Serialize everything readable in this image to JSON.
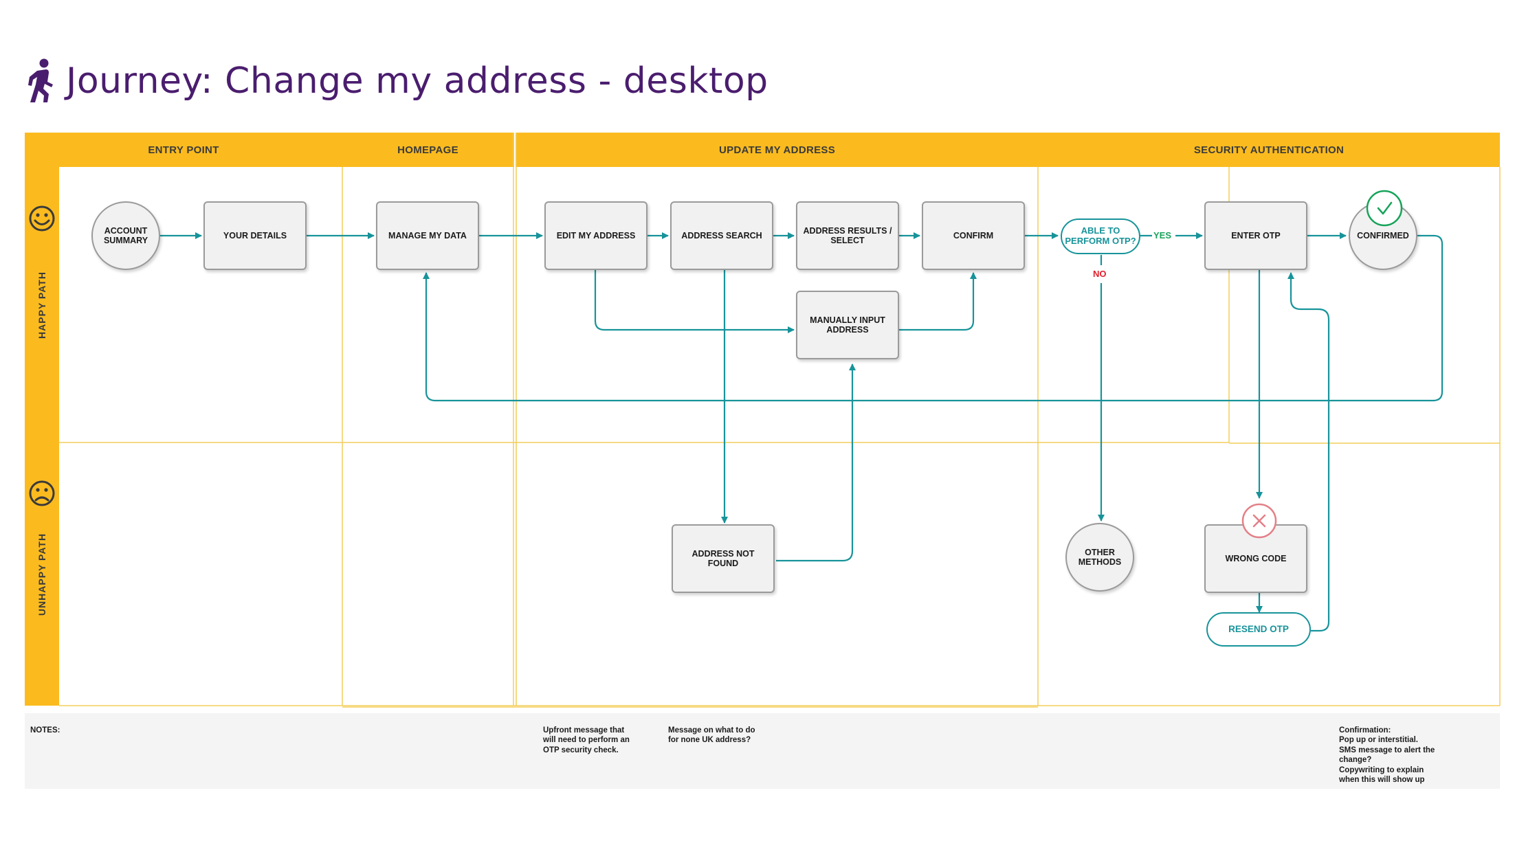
{
  "title": "Journey: Change my address - desktop",
  "colors": {
    "accent": "#fbbb1f",
    "connector": "#17939a",
    "title": "#4a1d6e",
    "no": "#e0212d",
    "success": "#17a35a",
    "error": "#e47f87"
  },
  "lanes": {
    "entry_point": "ENTRY POINT",
    "homepage": "HOMEPAGE",
    "update_my_address": "UPDATE MY ADDRESS",
    "security_authentication": "SECURITY AUTHENTICATION"
  },
  "rows": {
    "happy": {
      "label": "HAPPY PATH",
      "icon": "happy-face-icon"
    },
    "unhappy": {
      "label": "UNHAPPY PATH",
      "icon": "sad-face-icon"
    }
  },
  "nodes": {
    "account_summary": "ACCOUNT\nSUMMARY",
    "your_details": "YOUR DETAILS",
    "manage_my_data": "MANAGE MY DATA",
    "edit_my_address": "EDIT MY ADDRESS",
    "address_search": "ADDRESS SEARCH",
    "address_results": "ADDRESS RESULTS /\nSELECT",
    "confirm": "CONFIRM",
    "manually_input": "MANUALLY INPUT\nADDRESS",
    "able_to_perform_otp": "ABLE TO\nPERFORM OTP?",
    "enter_otp": "ENTER OTP",
    "confirmed": "CONFIRMED",
    "address_not_found": "ADDRESS NOT\nFOUND",
    "other_methods": "OTHER\nMETHODS",
    "wrong_code": "WRONG CODE",
    "resend_otp": "RESEND OTP"
  },
  "edge_labels": {
    "yes": "YES",
    "no": "NO"
  },
  "notes": {
    "heading": "NOTES:",
    "upfront": "Upfront message that\nwill need to perform an\nOTP security check.",
    "non_uk": "Message on what to do\nfor none UK address?",
    "confirmation": "Confirmation:\nPop up or interstitial.\nSMS message to alert the\nchange?\nCopywriting to explain\nwhen this will show up"
  }
}
